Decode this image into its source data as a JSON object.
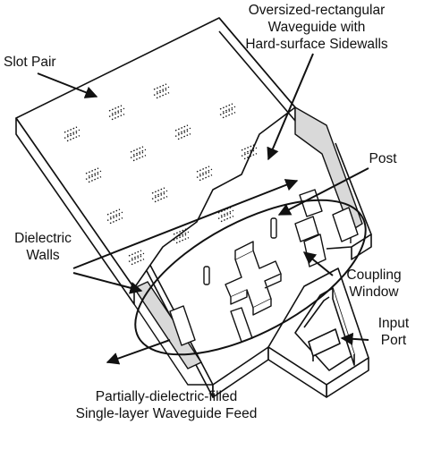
{
  "labels": {
    "waveguide_line1": "Oversized-rectangular",
    "waveguide_line2": "Waveguide with",
    "waveguide_line3": "Hard-surface Sidewalls",
    "slot_pair": "Slot Pair",
    "post": "Post",
    "dielectric_line1": "Dielectric",
    "dielectric_line2": "Walls",
    "coupling_line1": "Coupling",
    "coupling_line2": "Window",
    "input_line1": "Input",
    "input_line2": "Port",
    "feed_line1": "Partially-dielectric-filled",
    "feed_line2": "Single-layer Waveguide Feed"
  },
  "colors": {
    "ink": "#111111",
    "dielectric_fill": "#d9d9d9",
    "background": "#ffffff"
  }
}
